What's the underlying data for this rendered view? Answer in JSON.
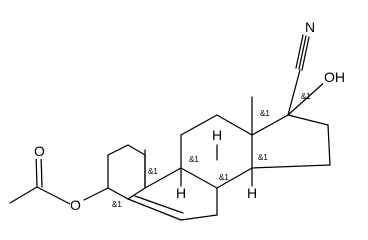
{
  "atoms": {
    "nitrile_n": "N",
    "hydroxyl": "OH",
    "acetate_carbonyl_o": "O",
    "acetate_ester_o": "O",
    "h9": "H",
    "h8": "H",
    "h14": "H"
  },
  "stereo_labels": {
    "c3": "&1",
    "c8": "&1",
    "c9": "&1",
    "c10": "&1",
    "c13": "&1",
    "c14": "&1",
    "c17": "&1"
  },
  "colors": {
    "ink": "#000000",
    "background": "#ffffff"
  }
}
